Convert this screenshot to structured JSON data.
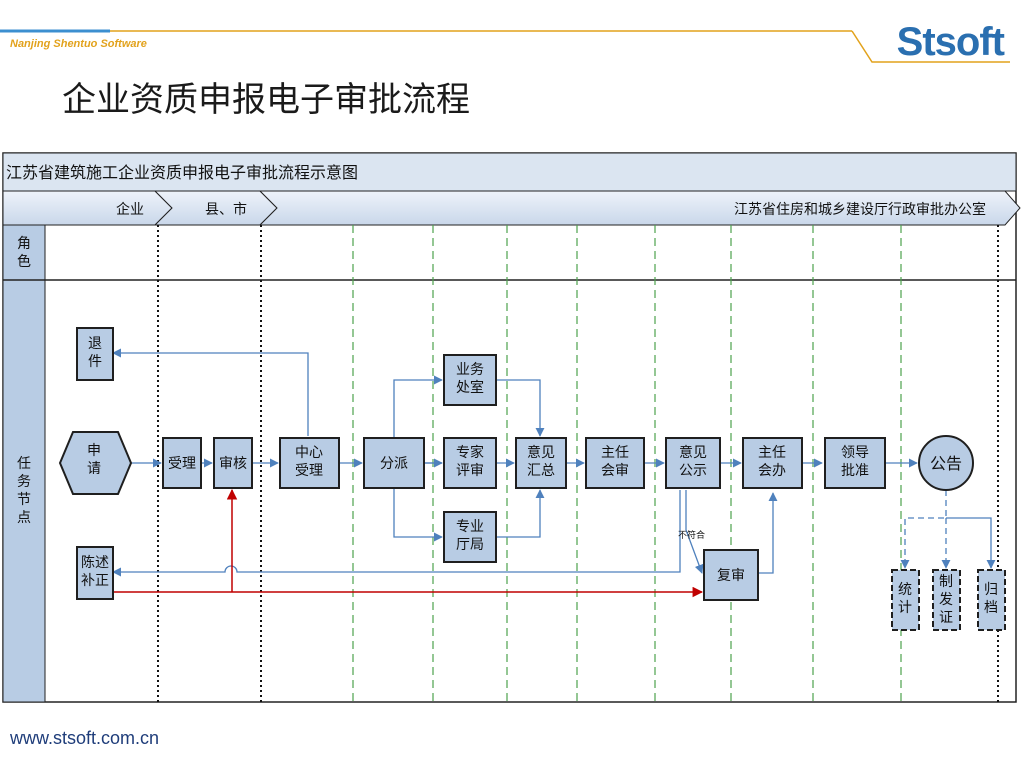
{
  "header": {
    "company": "Nanjing Shentuo Software",
    "logo": "Stsoft",
    "slide_title": "企业资质申报电子审批流程"
  },
  "diagram": {
    "title": "江苏省建筑施工企业资质申报电子审批流程示意图",
    "swimlanes": [
      "企业",
      "县、市",
      "江苏省住房和城乡建设厅行政审批办公室"
    ],
    "row_labels": [
      "角色",
      "任务节点"
    ],
    "nodes": {
      "apply": "申请",
      "return": "退件",
      "statement": "陈述补正",
      "accept": "受理",
      "audit": "审核",
      "center": "中心受理",
      "dispatch": "分派",
      "business": "业务处室",
      "expert": "专家评审",
      "bureau": "专业厅局",
      "summary": "意见汇总",
      "director_review": "主任会审",
      "publicity": "意见公示",
      "recheck": "复审",
      "director_do": "主任会办",
      "leader": "领导批准",
      "announce": "公告",
      "stats": "统计",
      "certify": "制发证",
      "archive": "归档"
    },
    "labels": {
      "not_match": "不符合"
    }
  },
  "footer": {
    "website": "www.stsoft.com.cn"
  },
  "colors": {
    "node_fill": "#b8cce4",
    "node_stroke": "#1f1f1f",
    "arrow": "#4f81bd",
    "red_line": "#c00000",
    "header_band": "#dbe5f1",
    "guide_green": "#4ea24e"
  }
}
